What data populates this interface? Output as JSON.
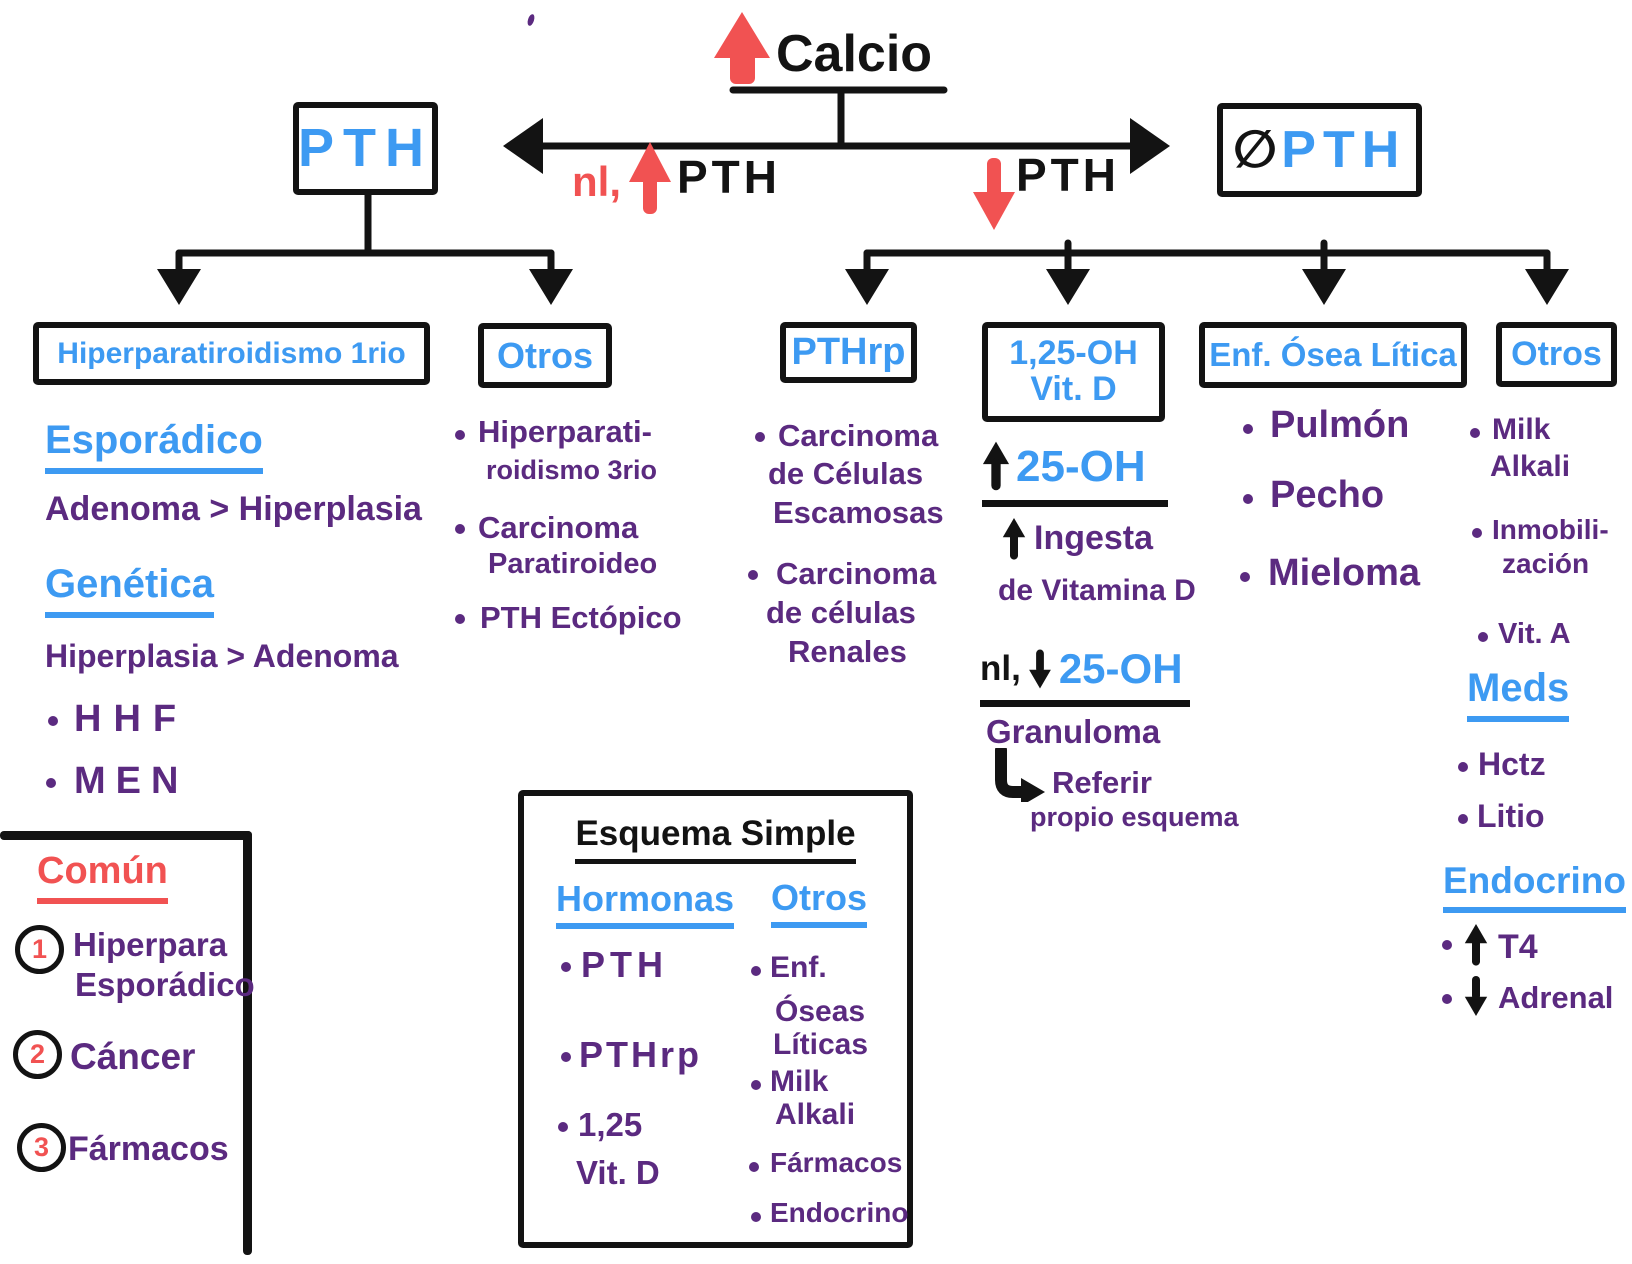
{
  "colors": {
    "blue": "#3d9af2",
    "purple": "#5b2a80",
    "red": "#f15252",
    "ink": "#131313"
  },
  "icons": {
    "up_arrow": "↑",
    "down_arrow": "↓",
    "elbow_arrow": "↳",
    "null_sign": "∅"
  },
  "top": {
    "calcio": "Calcio"
  },
  "labels": {
    "nl_left": "nl,",
    "pth_left": "PTH",
    "pth_right": "PTH"
  },
  "node_pth": "PTH",
  "node_nopth": {
    "slash": "∅",
    "text": "PTH"
  },
  "boxes": {
    "hiperpara": "Hiperparatiroidismo 1rio",
    "otros_izq": "Otros",
    "pthrp": "PTHrp",
    "vitd_l1": "1,25-OH",
    "vitd_l2": "Vit. D",
    "osea": "Enf. Ósea Lítica",
    "otros_der": "Otros"
  },
  "hiperpara": {
    "esporadico": "Esporádico",
    "esporadico_detail": "Adenoma > Hiperplasia",
    "genetica": "Genética",
    "genetica_detail": "Hiperplasia > Adenoma",
    "b1": "HHF",
    "b2": "MEN"
  },
  "comun": {
    "title": "Común",
    "n1": "1",
    "i1a": "Hiperpara",
    "i1b": "Esporádico",
    "n2": "2",
    "i2": "Cáncer",
    "n3": "3",
    "i3": "Fármacos"
  },
  "otros_izq": {
    "b1a": "Hiperparati-",
    "b1b": "roidismo 3rio",
    "b2a": "Carcinoma",
    "b2b": "Paratiroideo",
    "b3": "PTH Ectópico"
  },
  "pthrp": {
    "b1a": "Carcinoma",
    "b1b": "de Células",
    "b1c": "Escamosas",
    "b2a": "Carcinoma",
    "b2b": "de células",
    "b2c": "Renales"
  },
  "vitd": {
    "up25": "25-OH",
    "ingesta": "Ingesta",
    "ingesta2": "de Vitamina D",
    "nl": "nl,",
    "nl25": "25-OH",
    "granuloma": "Granuloma",
    "referir": "Referir",
    "referir2": "propio esquema"
  },
  "osea": {
    "b1": "Pulmón",
    "b2": "Pecho",
    "b3": "Mieloma"
  },
  "otros_der": {
    "b1a": "Milk",
    "b1b": "Alkali",
    "b2a": "Inmobili-",
    "b2b": "zación",
    "b3": "Vit. A",
    "meds": "Meds",
    "m1": "Hctz",
    "m2": "Litio",
    "endocrino": "Endocrino",
    "e1": "T4",
    "e2": "Adrenal"
  },
  "esquema": {
    "title": "Esquema Simple",
    "hormonas": "Hormonas",
    "otros": "Otros",
    "h1": "PTH",
    "h2": "PTHrp",
    "h3a": "1,25",
    "h3b": "Vit. D",
    "o1a": "Enf.",
    "o1b": "Óseas",
    "o1c": "Líticas",
    "o2a": "Milk",
    "o2b": "Alkali",
    "o3": "Fármacos",
    "o4": "Endocrino"
  }
}
